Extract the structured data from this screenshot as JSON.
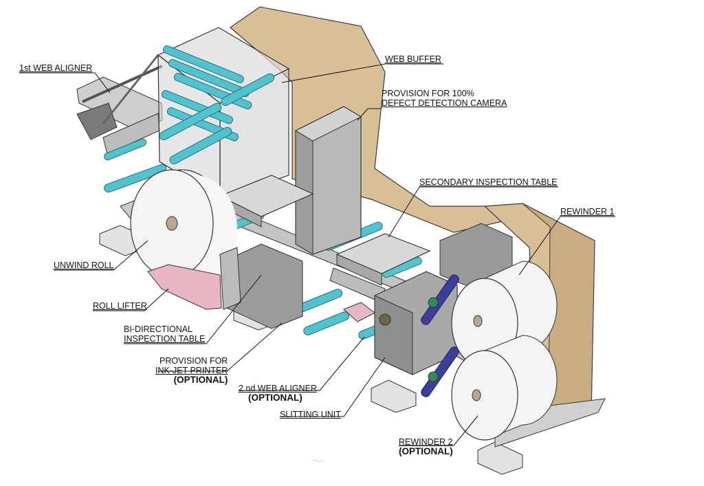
{
  "labels": {
    "web_aligner_1": "1st WEB ALIGNER",
    "web_buffer": "WEB BUFFER",
    "camera_line1": "PROVISION FOR 100%",
    "camera_line2": "DEFECT DETECTION CAMERA",
    "secondary_table": "SECONDARY INSPECTION TABLE",
    "rewinder_1": "REWINDER 1",
    "unwind_roll": "UNWIND ROLL",
    "roll_lifter": "ROLL LIFTER",
    "bidir_line1": "BI-DIRECTIONAL",
    "bidir_line2": "INSPECTION TABLE",
    "inkjet_line1": "PROVISION FOR",
    "inkjet_line2": "INK-JET PRINTER",
    "inkjet_optional": "(OPTIONAL)",
    "web_aligner_2": "2 nd WEB ALIGNER",
    "web_aligner_2_optional": "(OPTIONAL)",
    "slitting_unit": "SLITTING UNIT",
    "rewinder_2": "REWINDER 2",
    "rewinder_2_optional": "(OPTIONAL)"
  },
  "colors": {
    "frame_tan": "#d9bf96",
    "roller_cyan": "#4fc3cf",
    "metal_grey": "#b9b9b9",
    "roll_white": "#f4f4f4",
    "aligner_blue": "#3b3f9c",
    "hub_green": "#2e8b57",
    "ink_pink": "#e9b7c3"
  }
}
